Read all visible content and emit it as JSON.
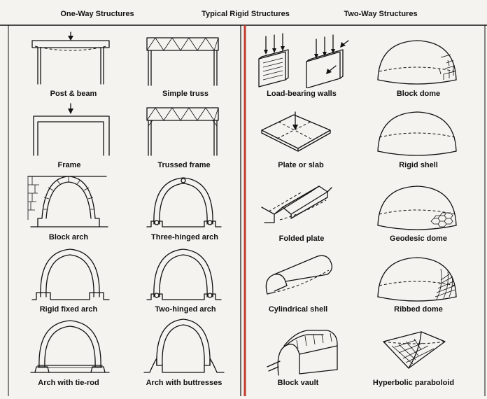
{
  "headers": {
    "left": "One-Way Structures",
    "center": "Typical Rigid Structures",
    "right": "Two-Way Structures"
  },
  "colors": {
    "divider": "#c0392b",
    "ink": "#111111",
    "paper": "#f4f3ef"
  },
  "one_way": [
    {
      "icon": "post-and-beam-icon",
      "label": "Post & beam"
    },
    {
      "icon": "simple-truss-icon",
      "label": "Simple truss"
    },
    {
      "icon": "frame-icon",
      "label": "Frame"
    },
    {
      "icon": "trussed-frame-icon",
      "label": "Trussed frame"
    },
    {
      "icon": "block-arch-icon",
      "label": "Block arch"
    },
    {
      "icon": "three-hinged-arch-icon",
      "label": "Three-hinged arch"
    },
    {
      "icon": "rigid-fixed-arch-icon",
      "label": "Rigid fixed arch"
    },
    {
      "icon": "two-hinged-arch-icon",
      "label": "Two-hinged arch"
    },
    {
      "icon": "arch-with-tie-rod-icon",
      "label": "Arch with tie-rod"
    },
    {
      "icon": "arch-with-buttresses-icon",
      "label": "Arch with buttresses"
    }
  ],
  "two_way": [
    {
      "icon": "load-bearing-walls-icon",
      "label": "Load-bearing walls"
    },
    {
      "icon": "block-dome-icon",
      "label": "Block dome"
    },
    {
      "icon": "plate-or-slab-icon",
      "label": "Plate or slab"
    },
    {
      "icon": "rigid-shell-icon",
      "label": "Rigid shell"
    },
    {
      "icon": "folded-plate-icon",
      "label": "Folded plate"
    },
    {
      "icon": "geodesic-dome-icon",
      "label": "Geodesic dome"
    },
    {
      "icon": "cylindrical-shell-icon",
      "label": "Cylindrical shell"
    },
    {
      "icon": "ribbed-dome-icon",
      "label": "Ribbed dome"
    },
    {
      "icon": "block-vault-icon",
      "label": "Block vault"
    },
    {
      "icon": "hyperbolic-paraboloid-icon",
      "label": "Hyperbolic paraboloid"
    }
  ]
}
